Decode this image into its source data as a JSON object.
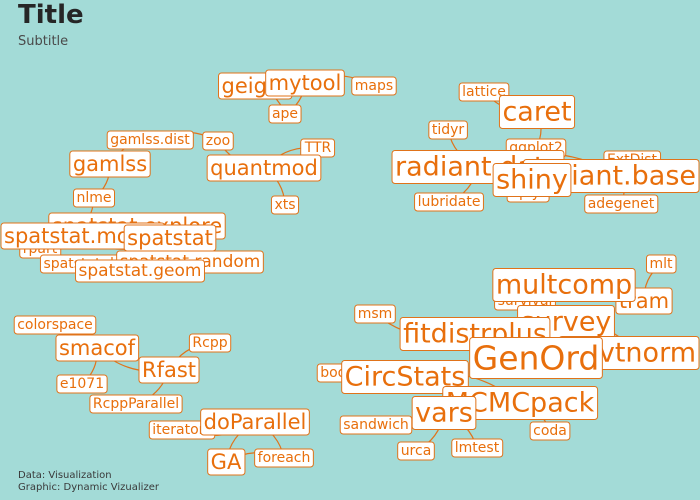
{
  "header": {
    "title": "Title",
    "subtitle": "Subtitle"
  },
  "caption": {
    "line1": "Data: Visualization",
    "line2": "Graphic: Dynamic Vizualizer"
  },
  "colors": {
    "background": "#a3dbd7",
    "label_text": "#e86f0c",
    "label_border": "#e0731a",
    "label_fill": "#ffffff"
  },
  "chart_data": {
    "type": "network",
    "nodes": [
      {
        "id": "geigerly",
        "label": "geiger",
        "size": 3
      },
      {
        "id": "mytool",
        "label": "mytool",
        "size": 3
      },
      {
        "id": "maps",
        "label": "maps",
        "size": 1
      },
      {
        "id": "ape",
        "label": "ape",
        "size": 1
      },
      {
        "id": "gamlss.dist",
        "label": "gamlss.dist",
        "size": 1
      },
      {
        "id": "zoo",
        "label": "zoo",
        "size": 1
      },
      {
        "id": "TTR",
        "label": "TTR",
        "size": 1
      },
      {
        "id": "quantmod",
        "label": "quantmod",
        "size": 3
      },
      {
        "id": "xts",
        "label": "xts",
        "size": 1
      },
      {
        "id": "gamlss",
        "label": "gamlss",
        "size": 3
      },
      {
        "id": "nlme",
        "label": "nlme",
        "size": 1
      },
      {
        "id": "spatstat.explore",
        "label": "spatstat.explore",
        "size": 3
      },
      {
        "id": "spatstat.model",
        "label": "spatstat.model",
        "size": 3
      },
      {
        "id": "spatstat",
        "label": "spatstat",
        "size": 3
      },
      {
        "id": "rpart",
        "label": "rpart",
        "size": 1
      },
      {
        "id": "spatstat.data",
        "label": "spatstat.data",
        "size": 1
      },
      {
        "id": "spatstat.random",
        "label": "spatstat.random",
        "size": 2
      },
      {
        "id": "spatstat.geom",
        "label": "spatstat.geom",
        "size": 2
      },
      {
        "id": "lattice",
        "label": "lattice",
        "size": 1
      },
      {
        "id": "caret",
        "label": "caret",
        "size": 4
      },
      {
        "id": "tidyr",
        "label": "tidyr",
        "size": 1
      },
      {
        "id": "ggplot2",
        "label": "ggplot2",
        "size": 1
      },
      {
        "id": "radiant.data",
        "label": "radiant.data",
        "size": 4
      },
      {
        "id": "radiant.base",
        "label": "radiant.base",
        "size": 4
      },
      {
        "id": "shiny",
        "label": "shiny",
        "size": 4
      },
      {
        "id": "dplyr",
        "label": "dplyr",
        "size": 1
      },
      {
        "id": "lubridate",
        "label": "lubridate",
        "size": 1
      },
      {
        "id": "adegenet",
        "label": "adegenet",
        "size": 1
      },
      {
        "id": "ExtDist",
        "label": "ExtDist",
        "size": 1
      },
      {
        "id": "mlt",
        "label": "mlt",
        "size": 1
      },
      {
        "id": "multcomp",
        "label": "multcomp",
        "size": 4
      },
      {
        "id": "tram",
        "label": "tram",
        "size": 3
      },
      {
        "id": "survival",
        "label": "survival",
        "size": 1
      },
      {
        "id": "survey",
        "label": "survey",
        "size": 4
      },
      {
        "id": "tmvtnorm",
        "label": "tmvtnorm",
        "size": 4
      },
      {
        "id": "msm",
        "label": "msm",
        "size": 1
      },
      {
        "id": "fitdistrplus",
        "label": "fitdistrplus",
        "size": 4
      },
      {
        "id": "GenOrd",
        "label": "GenOrd",
        "size": 5
      },
      {
        "id": "boot",
        "label": "boot",
        "size": 1
      },
      {
        "id": "CircStats",
        "label": "CircStats",
        "size": 4
      },
      {
        "id": "MCMCpack",
        "label": "MCMCpack",
        "size": 4
      },
      {
        "id": "vars",
        "label": "vars",
        "size": 4
      },
      {
        "id": "sandwich",
        "label": "sandwich",
        "size": 1
      },
      {
        "id": "urca",
        "label": "urca",
        "size": 1
      },
      {
        "id": "lmtest",
        "label": "lmtest",
        "size": 1
      },
      {
        "id": "coda",
        "label": "coda",
        "size": 1
      },
      {
        "id": "colorspace",
        "label": "colorspace",
        "size": 1
      },
      {
        "id": "smacof",
        "label": "smacof",
        "size": 3
      },
      {
        "id": "Rcpp",
        "label": "Rcpp",
        "size": 1
      },
      {
        "id": "Rfast",
        "label": "Rfast",
        "size": 3
      },
      {
        "id": "e1071",
        "label": "e1071",
        "size": 1
      },
      {
        "id": "RcppParallel",
        "label": "RcppParallel",
        "size": 1
      },
      {
        "id": "iterators",
        "label": "iterators",
        "size": 1
      },
      {
        "id": "doParallel",
        "label": "doParallel",
        "size": 3
      },
      {
        "id": "GA",
        "label": "GA",
        "size": 3
      },
      {
        "id": "foreach",
        "label": "foreach",
        "size": 1
      }
    ],
    "edges": [
      [
        "geigerly",
        "ape"
      ],
      [
        "geigerly",
        "mytool"
      ],
      [
        "mytool",
        "maps"
      ],
      [
        "mytool",
        "ape"
      ],
      [
        "quantmod",
        "zoo"
      ],
      [
        "quantmod",
        "TTR"
      ],
      [
        "quantmod",
        "xts"
      ],
      [
        "gamlss.dist",
        "zoo"
      ],
      [
        "gamlss",
        "gamlss.dist"
      ],
      [
        "gamlss",
        "nlme"
      ],
      [
        "nlme",
        "spatstat.model"
      ],
      [
        "spatstat",
        "spatstat.explore"
      ],
      [
        "spatstat",
        "spatstat.model"
      ],
      [
        "spatstat",
        "spatstat.random"
      ],
      [
        "spatstat",
        "spatstat.geom"
      ],
      [
        "spatstat",
        "spatstat.data"
      ],
      [
        "spatstat.model",
        "rpart"
      ],
      [
        "caret",
        "lattice"
      ],
      [
        "caret",
        "ggplot2"
      ],
      [
        "radiant.data",
        "tidyr"
      ],
      [
        "radiant.data",
        "lubridate"
      ],
      [
        "radiant.data",
        "dplyr"
      ],
      [
        "radiant.data",
        "radiant.base"
      ],
      [
        "radiant.data",
        "shiny"
      ],
      [
        "radiant.base",
        "ExtDist"
      ],
      [
        "radiant.base",
        "adegenet"
      ],
      [
        "multcomp",
        "survival"
      ],
      [
        "multcomp",
        "tram"
      ],
      [
        "tram",
        "mlt"
      ],
      [
        "survey",
        "tmvtnorm"
      ],
      [
        "fitdistrplus",
        "msm"
      ],
      [
        "fitdistrplus",
        "GenOrd"
      ],
      [
        "GenOrd",
        "survey"
      ],
      [
        "GenOrd",
        "tmvtnorm"
      ],
      [
        "CircStats",
        "boot"
      ],
      [
        "CircStats",
        "MCMCpack"
      ],
      [
        "vars",
        "sandwich"
      ],
      [
        "vars",
        "urca"
      ],
      [
        "vars",
        "lmtest"
      ],
      [
        "MCMCpack",
        "coda"
      ],
      [
        "vars",
        "MCMCpack"
      ],
      [
        "smacof",
        "colorspace"
      ],
      [
        "smacof",
        "e1071"
      ],
      [
        "Rfast",
        "Rcpp"
      ],
      [
        "Rfast",
        "RcppParallel"
      ],
      [
        "Rfast",
        "smacof"
      ],
      [
        "doParallel",
        "iterators"
      ],
      [
        "doParallel",
        "foreach"
      ],
      [
        "GA",
        "foreach"
      ],
      [
        "GA",
        "doParallel"
      ]
    ]
  }
}
